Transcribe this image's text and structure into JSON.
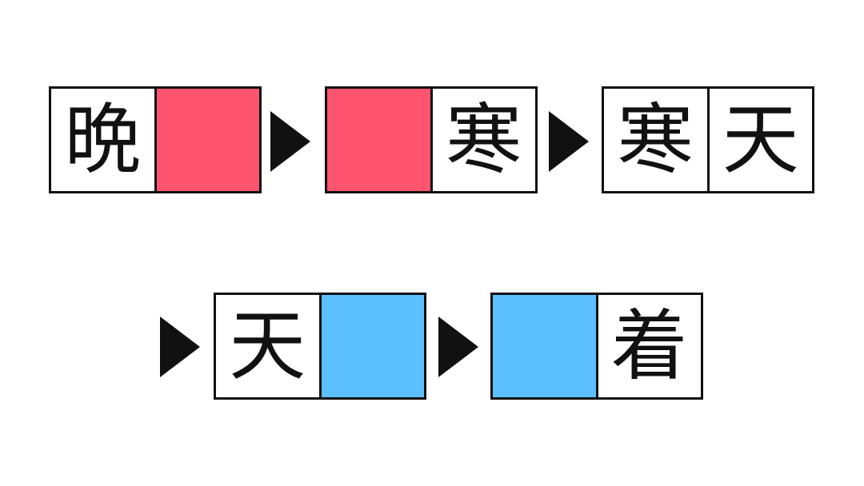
{
  "row1": {
    "pair1": {
      "left": "晩",
      "right": ""
    },
    "pair2": {
      "left": "",
      "right": "寒"
    },
    "pair3": {
      "left": "寒",
      "right": "天"
    }
  },
  "row2": {
    "pair4": {
      "left": "天",
      "right": ""
    },
    "pair5": {
      "left": "",
      "right": "着"
    }
  },
  "colors": {
    "blank_top": "#ff5470",
    "blank_bottom": "#5cc0ff",
    "ink": "#111111"
  }
}
